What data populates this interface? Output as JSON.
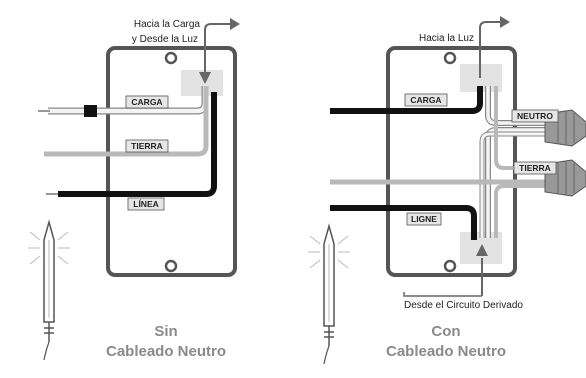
{
  "left_panel": {
    "top_label_line1": "Hacia la Carga",
    "top_label_line2": "y Desde la Luz",
    "wire_labels": {
      "load": "CARGA",
      "ground": "TIERRA",
      "line": "LÍNEA"
    },
    "caption_line1": "Sin",
    "caption_line2": "Cableado Neutro"
  },
  "right_panel": {
    "top_label": "Hacia la Luz",
    "bottom_label": "Desde el Circuito Derivado",
    "wire_labels": {
      "load": "CARGA",
      "neutral": "NEUTRO",
      "ground": "TIERRA",
      "line": "LIGNE"
    },
    "caption_line1": "Con",
    "caption_line2": "Cableado Neutro"
  },
  "colors": {
    "box_outline": "#555555",
    "black_wire": "#111111",
    "grey_wire": "#b9b9b9",
    "white_wire": "#f2f2f2",
    "arrow": "#666666",
    "caption": "#8a8a8a"
  }
}
